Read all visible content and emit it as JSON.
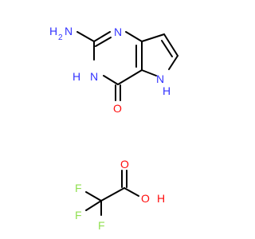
{
  "molecule_1": {
    "atoms": {
      "amine_n": "N",
      "amine_h": "H",
      "amine_h2": "2",
      "ring_n1": "N",
      "ring_n3": "N",
      "ring_n3_h": "H",
      "pyrrole_n": "N",
      "pyrrole_h": "H",
      "carbonyl_o": "O"
    }
  },
  "molecule_2": {
    "atoms": {
      "carbonyl_o": "O",
      "hydroxyl_o": "O",
      "hydroxyl_h": "H",
      "f1": "F",
      "f2": "F",
      "f3": "F"
    }
  },
  "colors": {
    "nitrogen": "#3333ff",
    "oxygen": "#ff0d0d",
    "fluorine": "#90e050",
    "carbon_bond": "#000000"
  }
}
